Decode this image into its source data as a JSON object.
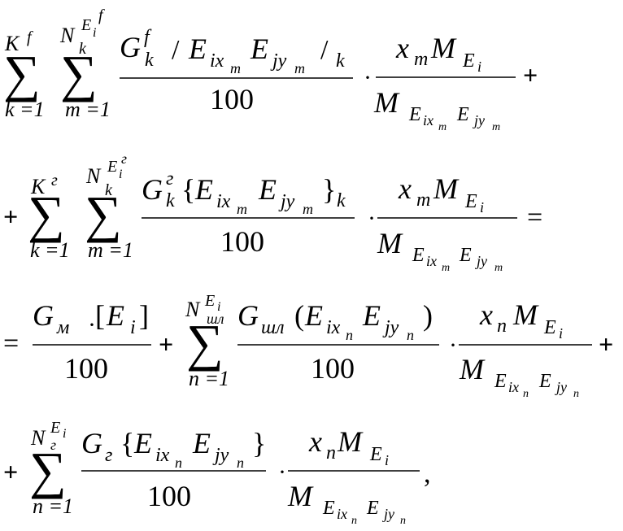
{
  "colors": {
    "ink": "#000000",
    "background": "#ffffff"
  },
  "glyphs": {
    "sum": "∑",
    "plus": "+",
    "equals": "=",
    "dot": "·",
    "slash": "/",
    "comma": ",",
    "lbrace": "{",
    "rbrace": "}",
    "lbracket": "[",
    "rbracket": "]",
    "lparen": "(",
    "rparen": ")"
  },
  "symbols": {
    "K": "K",
    "N": "N",
    "G": "G",
    "E": "E",
    "M": "M",
    "x": "x",
    "k": "k",
    "m": "m",
    "n": "n",
    "i": "i",
    "f": "f",
    "ix": "ix",
    "jy": "jy",
    "g": "г",
    "sh": "шл",
    "mm": "м"
  },
  "texts": {
    "index_k_eq_1": "k =1",
    "index_m_eq_1": "m =1",
    "index_n_eq_1": "n =1",
    "hundred": "100"
  }
}
